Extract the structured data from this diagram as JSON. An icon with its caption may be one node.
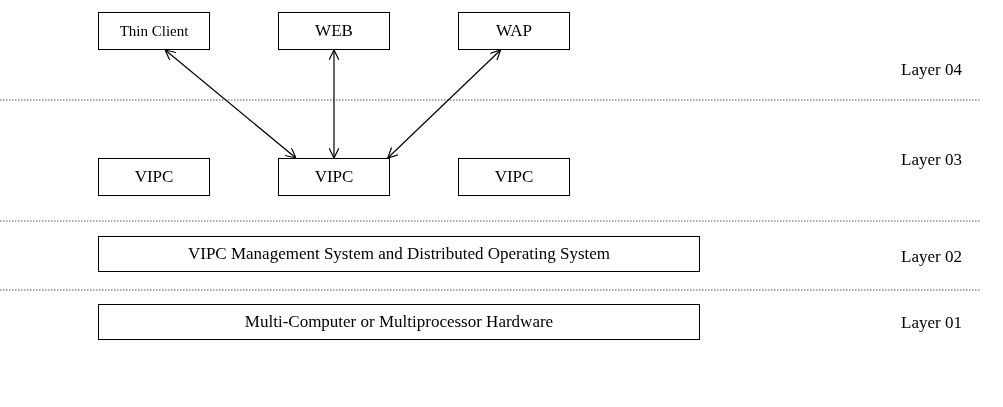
{
  "diagram": {
    "nodes": [
      {
        "text": [
          "Thin Client"
        ]
      },
      {
        "text": [
          "WEB"
        ]
      },
      {
        "text": [
          "WAP"
        ]
      },
      {
        "text": [
          "VIPC"
        ]
      },
      {
        "text": [
          "VIPC"
        ]
      },
      {
        "text": [
          "VIPC"
        ]
      },
      {
        "text": [
          "VIPC Management System and Distributed Operating System"
        ]
      },
      {
        "text": [
          "Multi-Computer or Multiprocessor Hardware"
        ]
      }
    ],
    "edges": [
      {
        "from": 0,
        "to": 4,
        "arrow": "both"
      },
      {
        "from": 1,
        "to": 4,
        "arrow": "both"
      },
      {
        "from": 2,
        "to": 4,
        "arrow": "both"
      }
    ],
    "labels": [
      "Layer 04",
      "Layer 03",
      "Layer 02",
      "Layer 01"
    ]
  }
}
